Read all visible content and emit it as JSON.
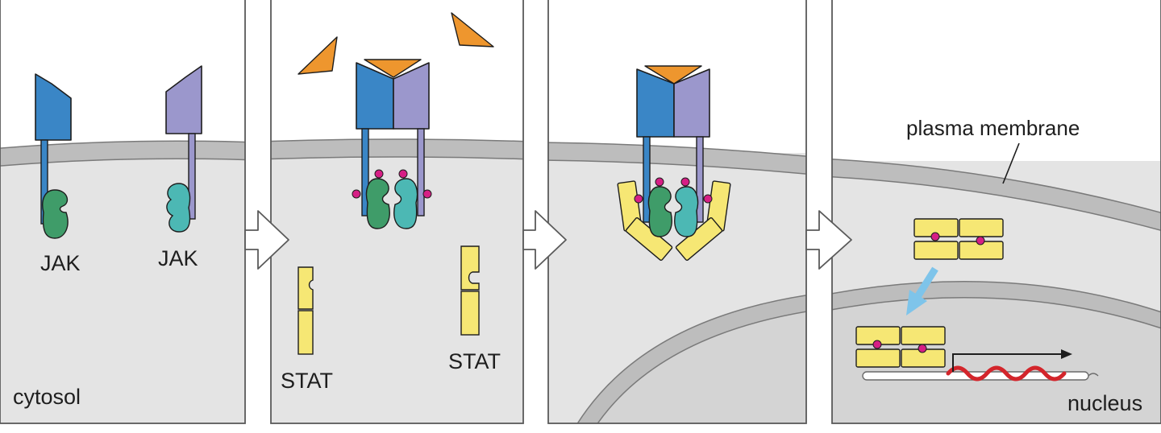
{
  "labels": {
    "jak_left": "JAK",
    "jak_right": "JAK",
    "cytosol": "cytosol",
    "stat_left": "STAT",
    "stat_right": "STAT",
    "plasma_membrane": "plasma membrane",
    "nucleus": "nucleus"
  },
  "colors": {
    "receptor_blue": "#3a86c6",
    "receptor_purple": "#9b97cc",
    "jak_green": "#3f9c69",
    "jak_teal": "#4cb8b4",
    "stat_yellow": "#f6e774",
    "ligand_orange": "#ee962e",
    "phosphate_magenta": "#d61f85",
    "mrna_red": "#d3252b",
    "arrow_blue": "#7ec4ea",
    "cytosol_gray": "#e4e4e4",
    "membrane_gray": "#bdbdbd",
    "nucleus_gray": "#d4d4d4"
  }
}
